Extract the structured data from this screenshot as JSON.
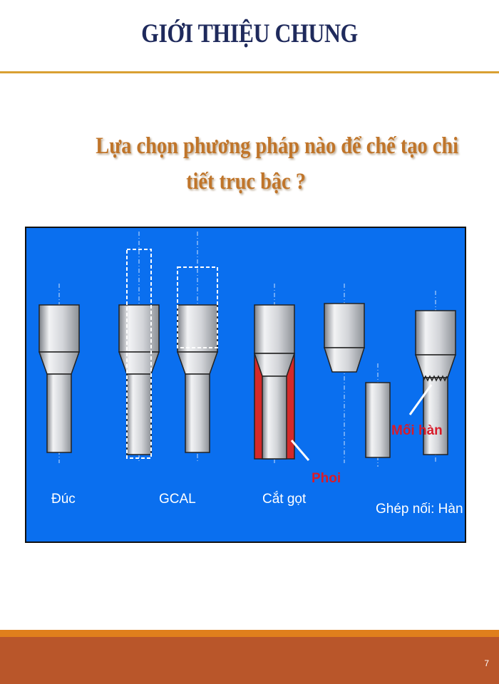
{
  "slide": {
    "title": "GIỚI THIỆU CHUNG",
    "question_line1": "Lựa chọn phương pháp nào để chế tạo chi",
    "question_line2": "tiết trục bậc ?",
    "page_number": "7"
  },
  "diagram": {
    "labels": {
      "casting": "Đúc",
      "forming": "GCAL",
      "cutting": "Cắt gọt",
      "joining": "Ghép nối: Hàn"
    },
    "callouts": {
      "chip": "Phoi",
      "weld": "Mối hàn"
    }
  },
  "colors": {
    "title": "#1f2a5c",
    "accent_rule": "#d9a032",
    "question": "#c0752a",
    "panel_bg": "#0a6fef",
    "callout_red": "#d81b2a",
    "footer": "#b9562a",
    "footer_line": "#e07f1c"
  }
}
